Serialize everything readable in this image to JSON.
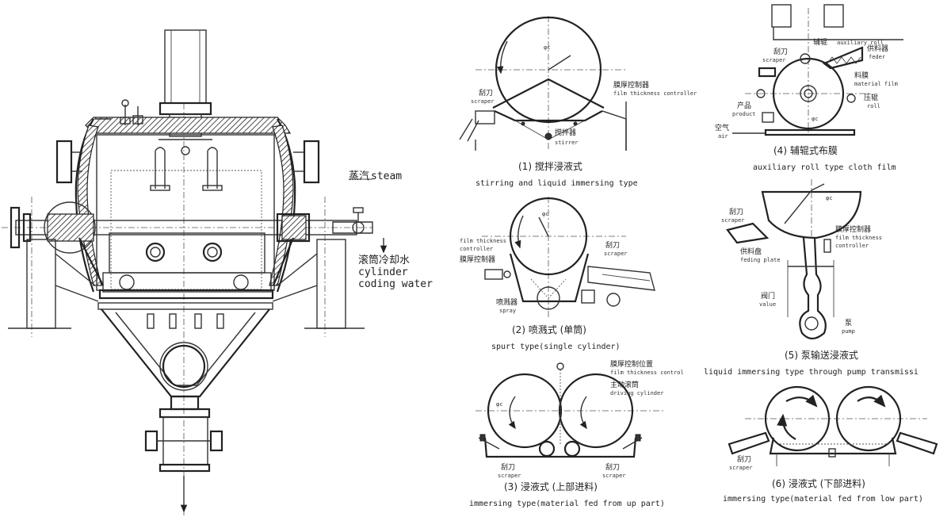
{
  "main_drawing": {
    "steam_cn": "蒸汽",
    "steam_en": "steam",
    "cooling_cn": "滚筒冷却水",
    "cooling_en_1": "cylinder",
    "cooling_en_2": "coding water"
  },
  "panel1": {
    "dia": "φc",
    "scraper_cn": "刮刀",
    "scraper_en": "scraper",
    "film_cn": "膜厚控制器",
    "film_en": "film thickness controller",
    "stirrer_cn": "搅拌器",
    "stirrer_en": "stirrer",
    "caption_cn": "(1) 搅拌浸液式",
    "caption_en": "stirring and liquid immersing type"
  },
  "panel2": {
    "dia": "φc",
    "film_en_1": "film thickness",
    "film_en_2": "controller",
    "film_cn": "膜厚控制器",
    "scraper_cn": "刮刀",
    "scraper_en": "scraper",
    "spray_cn": "喷溅器",
    "spray_en": "spray",
    "caption_cn": "(2) 喷溅式 (单筒)",
    "caption_en": "spurt type(single cylinder)"
  },
  "panel3": {
    "dia": "φc",
    "film_cn": "膜厚控制位置",
    "film_en": "film thickness control",
    "driving_cn": "主动滚筒",
    "driving_en": "driving cylinder",
    "scraper_l_cn": "刮刀",
    "scraper_l_en": "scraper",
    "scraper_r_cn": "刮刀",
    "scraper_r_en": "scraper",
    "caption_cn": "(3) 浸液式 (上部进料)",
    "caption_en": "immersing type(material fed from up part)"
  },
  "panel4": {
    "dia": "φc",
    "aux_cn": "辅辊",
    "aux_en": "auxiliary roll",
    "feeder_cn": "供料器",
    "feeder_en": "feder",
    "scraper_cn": "刮刀",
    "scraper_en": "scraper",
    "film_cn": "料膜",
    "film_en": "material film",
    "press_cn": "压辊",
    "press_en": "roll",
    "product_cn": "产品",
    "product_en": "product",
    "air_cn": "空气",
    "air_en": "air",
    "caption_cn": "(4) 辅辊式布膜",
    "caption_en": "auxiliary roll type cloth film"
  },
  "panel5": {
    "dia": "φc",
    "scraper_cn": "刮刀",
    "scraper_en": "scraper",
    "film_cn": "膜厚控制器",
    "film_en_1": "film thickness",
    "film_en_2": "controller",
    "plate_cn": "供料盘",
    "plate_en": "feding plate",
    "valve_cn": "阀门",
    "valve_en": "value",
    "pump_cn": "泵",
    "pump_en": "pump",
    "caption_cn": "(5) 泵输送浸液式",
    "caption_en": "liquid immersing type through pump transmissi"
  },
  "panel6": {
    "scraper_cn": "刮刀",
    "scraper_en": "scraper",
    "caption_cn": "(6) 浸液式 (下部进料)",
    "caption_en": "immersing type(material fed from low part)"
  }
}
